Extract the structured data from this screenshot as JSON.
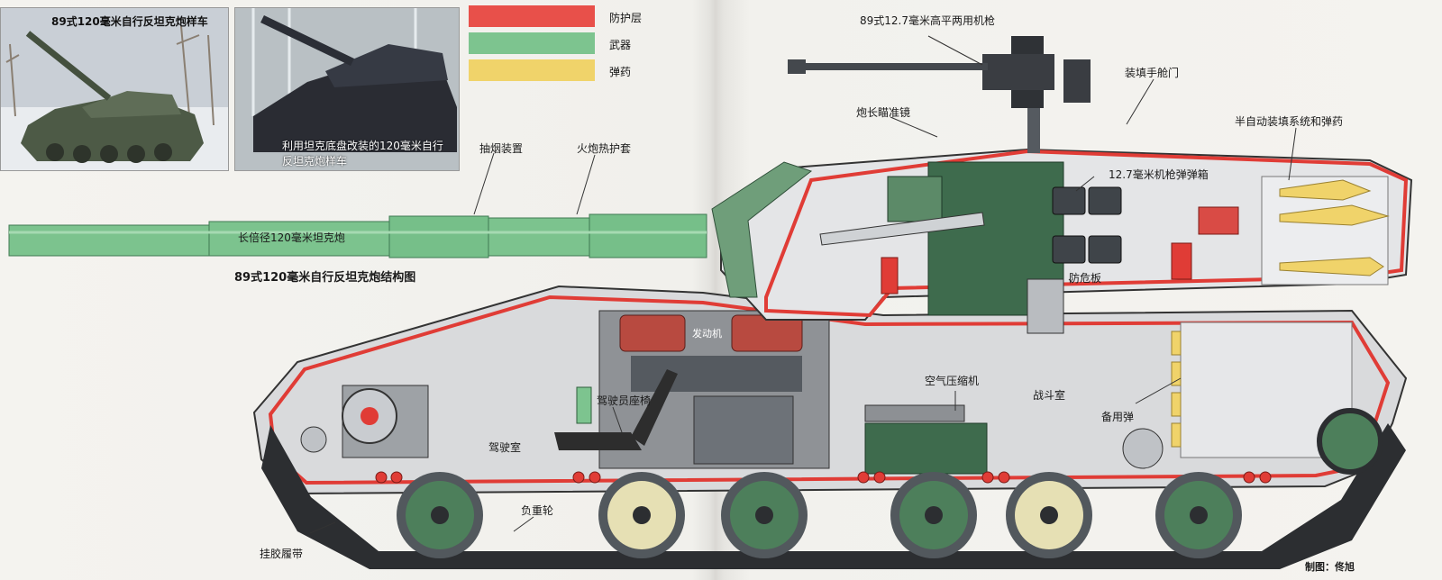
{
  "photos": [
    {
      "caption": "89式120毫米自行反坦克炮样车"
    },
    {
      "caption_line1": "利用坦克底盘改装的120毫米自行",
      "caption_line2": "反坦克炮样车"
    }
  ],
  "legend": [
    {
      "label": "防护层",
      "color": "#e8504a"
    },
    {
      "label": "武器",
      "color": "#7dc48f"
    },
    {
      "label": "弹药",
      "color": "#f0d36a"
    }
  ],
  "title": "89式120毫米自行反坦克炮结构图",
  "labels": {
    "smoke_extractor": "抽烟装置",
    "thermal_sleeve": "火炮热护套",
    "long_gun": "长倍径120毫米坦克炮",
    "machine_gun": "89式12.7毫米高平两用机枪",
    "loader_hatch": "装填手舱门",
    "gunner_sight": "炮长瞄准镜",
    "mg_ammo_box": "12.7毫米机枪弹弹箱",
    "autoloader": "半自动装填系统和弹药",
    "blast_shield": "防危板",
    "engine": "发动机",
    "driver_seat": "驾驶员座椅",
    "air_compressor": "空气压缩机",
    "fighting_compartment": "战斗室",
    "spare_ammo": "备用弹",
    "driver_compartment": "驾驶室",
    "road_wheel": "负重轮",
    "track": "挂胶履带"
  },
  "credit": "制图：佟旭"
}
